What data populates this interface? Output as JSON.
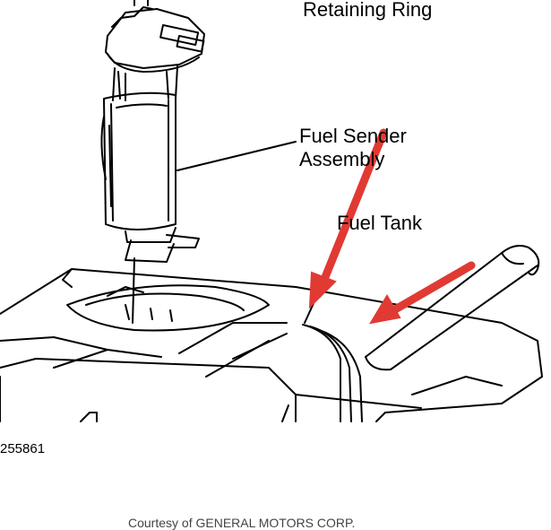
{
  "labels": {
    "retaining_ring": "Retaining Ring",
    "fuel_sender_line1": "Fuel Sender",
    "fuel_sender_line2": "Assembly",
    "fuel_tank": "Fuel Tank"
  },
  "figure_number": "255861",
  "credit": "Courtesy of GENERAL MOTORS CORP.",
  "colors": {
    "line": "#000000",
    "arrow": "#e03a33",
    "background": "#ffffff"
  }
}
